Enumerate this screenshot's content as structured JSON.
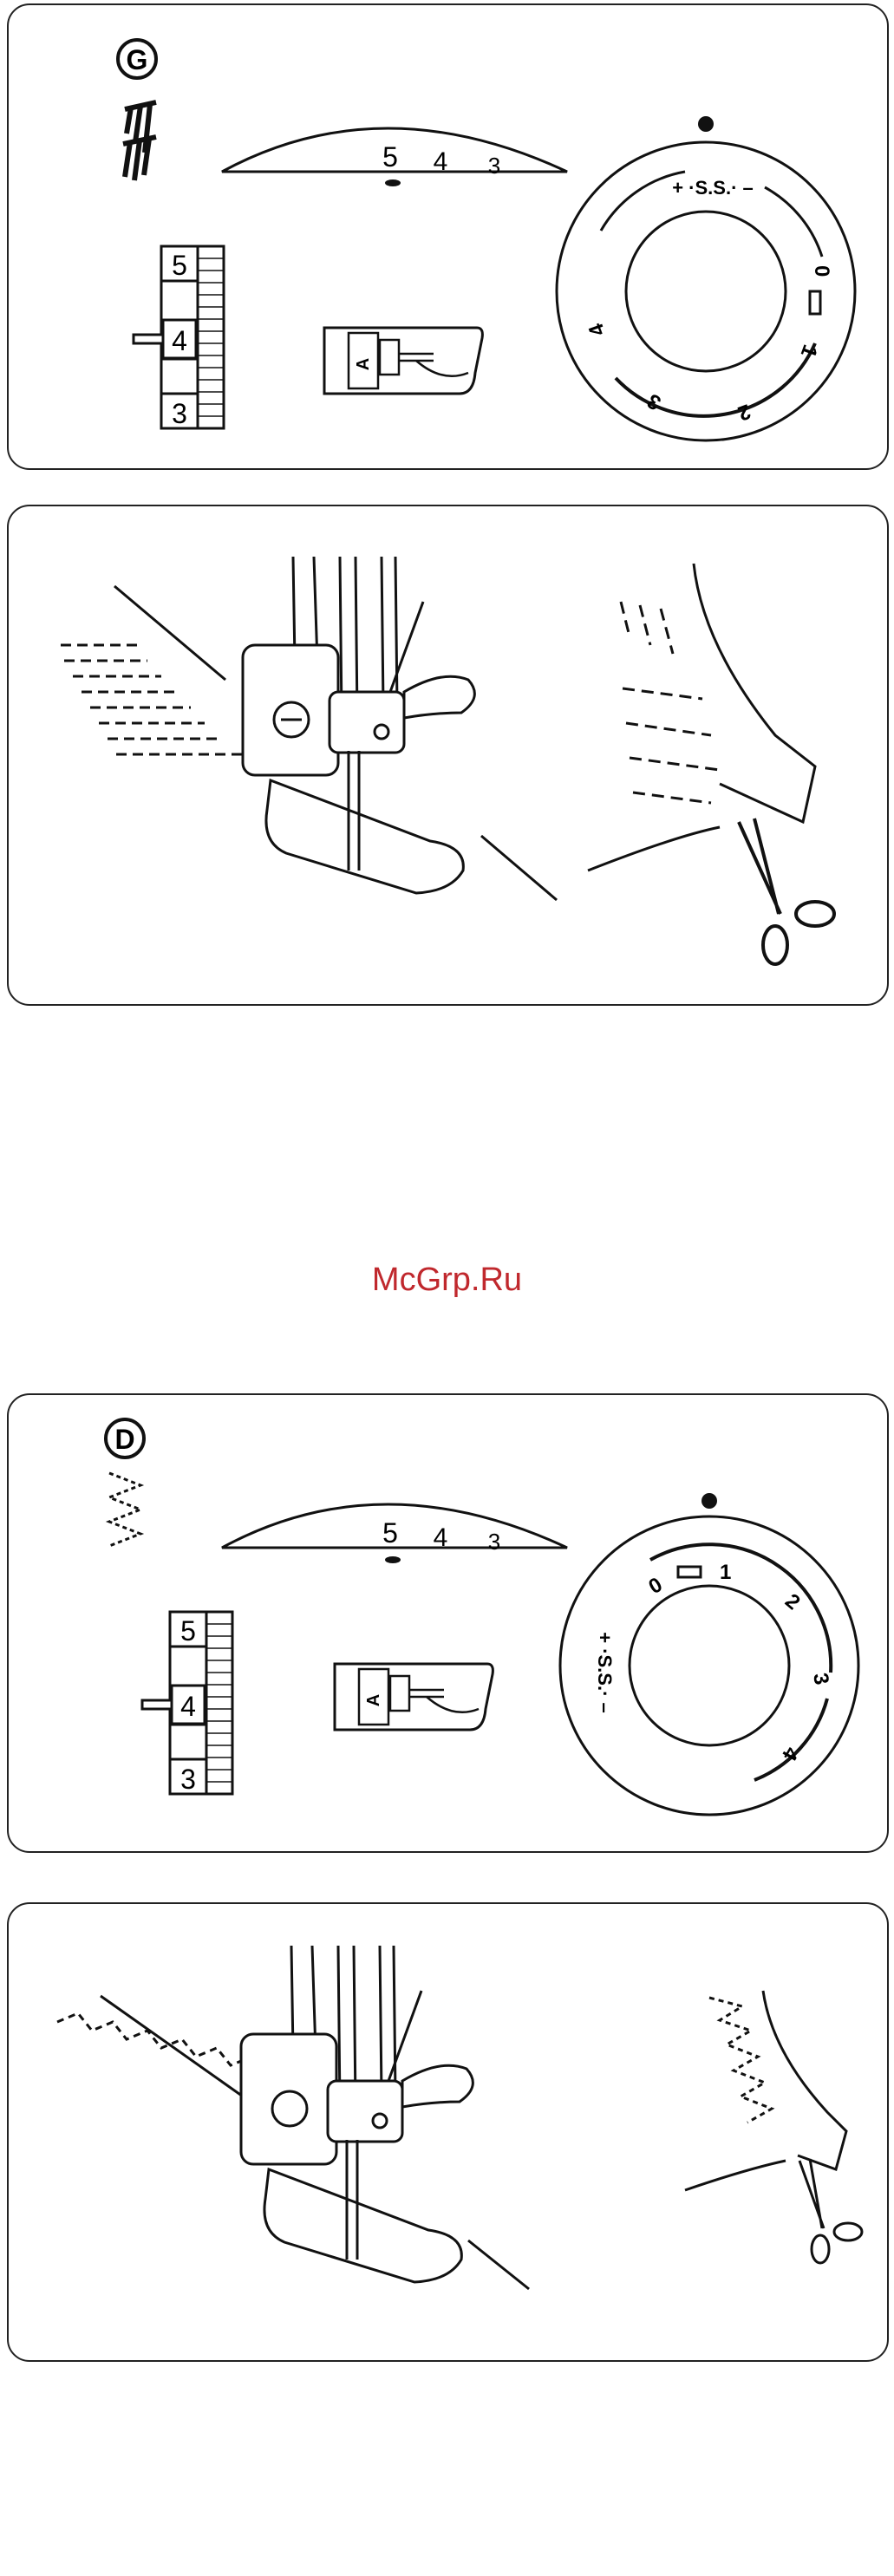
{
  "panels": {
    "g": {
      "badge": "G",
      "width_scale_numbers": [
        "5",
        "4",
        "3"
      ],
      "dial_ss_label": "+ ·S.S.· –",
      "dial_numbers": [
        "0",
        "1",
        "2",
        "3",
        "4"
      ],
      "foot_label": "A"
    },
    "d": {
      "badge": "D",
      "width_scale_numbers": [
        "5",
        "4",
        "3"
      ],
      "dial_ss_label": "+ ·S.S.· –",
      "dial_numbers": [
        "0",
        "1",
        "2",
        "3",
        "4"
      ],
      "foot_label": "A"
    }
  },
  "watermark": "McGrp.Ru",
  "colors": {
    "watermark": "#c0282d",
    "line": "#111111",
    "panel_border": "#222222"
  }
}
